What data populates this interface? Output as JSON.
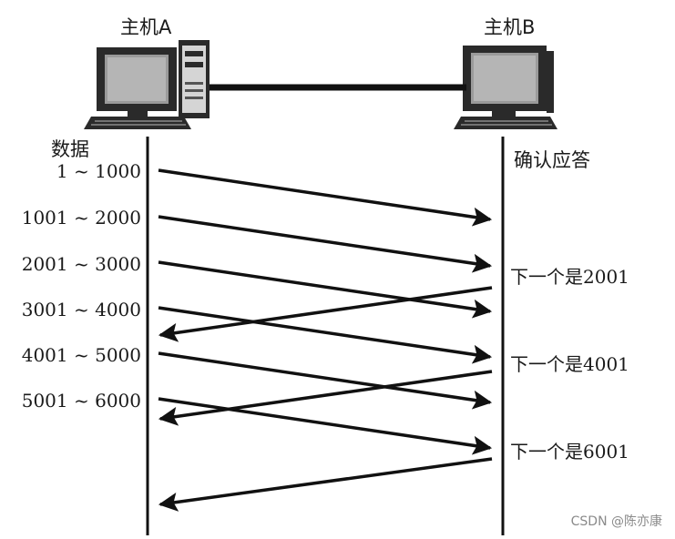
{
  "host_a": "主机A",
  "host_b": "主机B",
  "left_header": "数据",
  "right_header": "确认应答",
  "segments": [
    "1 ~ 1000",
    "1001 ~ 2000",
    "2001 ~ 3000",
    "3001 ~ 4000",
    "4001 ~ 5000",
    "5001 ~ 6000"
  ],
  "acks": [
    "下一个是2001",
    "下一个是4001",
    "下一个是6001"
  ],
  "watermark": "CSDN @陈亦康",
  "colors": {
    "line": "#111111",
    "text": "#1a1a1a",
    "watermark": "#8a8a8a"
  },
  "icons": [
    "desktop-computer-icon",
    "desktop-computer-icon"
  ]
}
